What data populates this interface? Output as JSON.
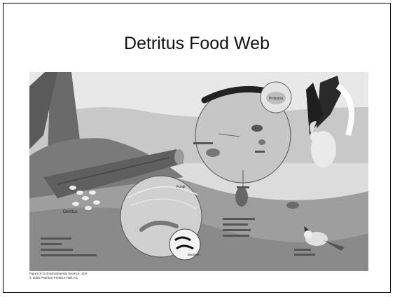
{
  "slide": {
    "title": "Detritus Food Web"
  },
  "figure": {
    "labels": {
      "protozoa": "Protozoa",
      "detritus": "Detritus",
      "bacteria": "Bacteria",
      "fungi": "Fungi"
    },
    "credit": [
      "Figure 3-11 Environmental Science, 11/e",
      "© 2006 Pearson Prentice Hall, Inc."
    ]
  },
  "colors": {
    "title_text": "#111111",
    "slide_border": "#000000",
    "figure_bg": "#d6d6d6"
  }
}
